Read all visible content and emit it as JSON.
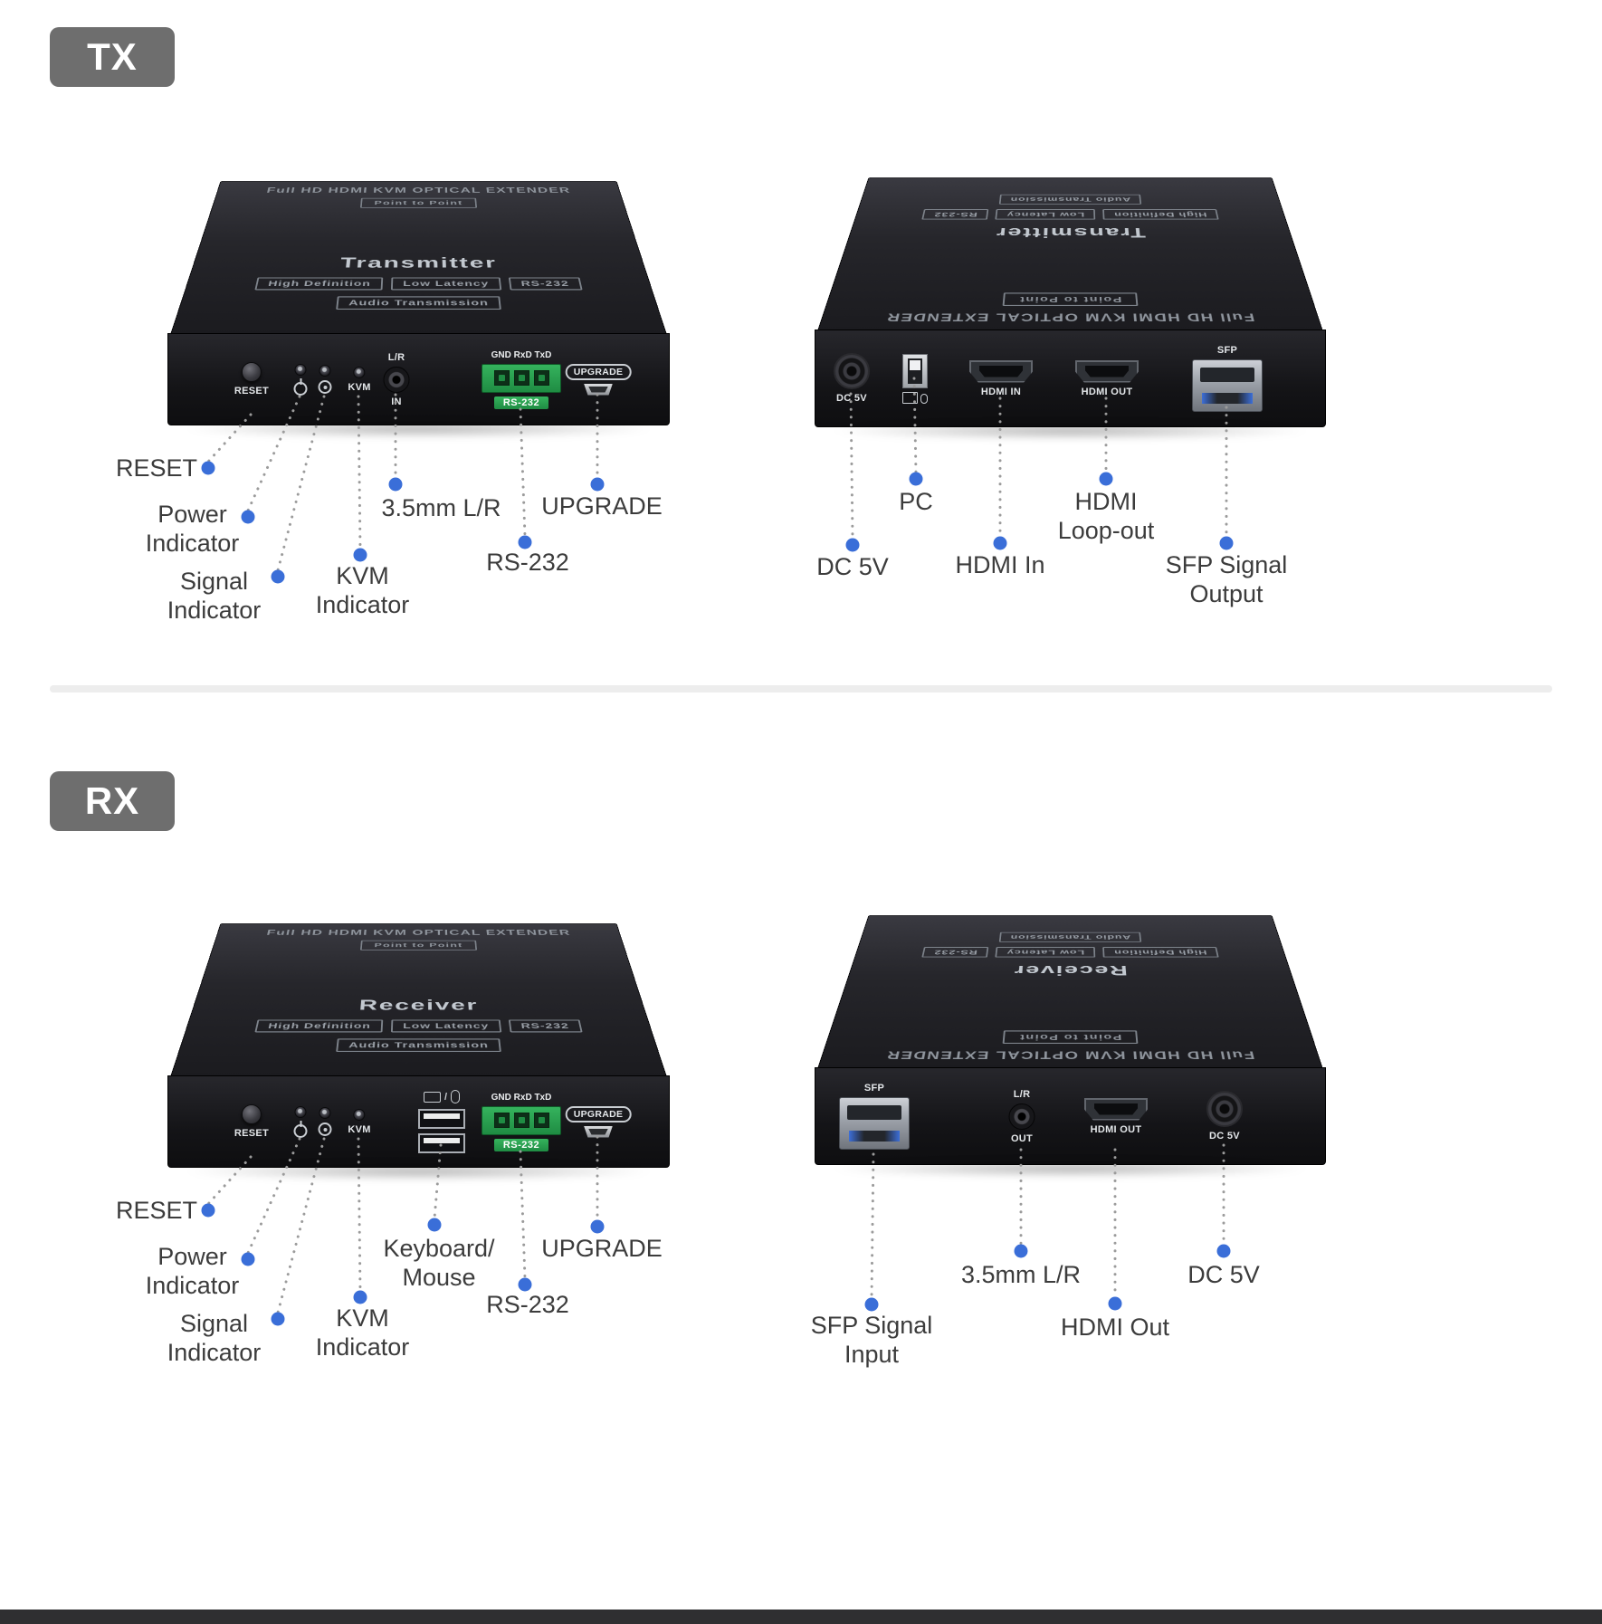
{
  "colors": {
    "accent_blue": "#3a6ed8",
    "badge_gray": "#6e6e6e",
    "device_black": "#1b1b1f",
    "rs232_green": "#2aa24c",
    "divider_gray": "#ededed"
  },
  "tx_badge": "TX",
  "rx_badge": "RX",
  "device_common": {
    "top_title": "Full HD HDMI KVM OPTICAL EXTENDER",
    "top_subtitle": "Point to Point",
    "feature_hd": "High Definition",
    "feature_ll": "Low Latency",
    "feature_rs": "RS-232",
    "feature_audio": "Audio Transmission"
  },
  "ports": {
    "reset": "RESET",
    "kvm": "KVM",
    "lr": "L/R",
    "in": "IN",
    "out": "OUT",
    "rs232_pins": "GND RxD TxD",
    "rs232": "RS-232",
    "upgrade": "UPGRADE",
    "dc": "DC 5V",
    "hdmi_in": "HDMI IN",
    "hdmi_out": "HDMI OUT",
    "sfp": "SFP"
  },
  "tx_front": {
    "device_name": "Transmitter",
    "callouts": {
      "reset": "RESET",
      "power": "Power\nIndicator",
      "signal": "Signal\nIndicator",
      "kvm": "KVM\nIndicator",
      "lr": "3.5mm L/R",
      "rs232": "RS-232",
      "upgrade": "UPGRADE"
    }
  },
  "tx_rear": {
    "device_name": "Transmitter",
    "callouts": {
      "dc": "DC 5V",
      "pc": "PC",
      "hdmi_in": "HDMI In",
      "loop": "HDMI\nLoop-out",
      "sfp": "SFP Signal\nOutput"
    }
  },
  "rx_front": {
    "device_name": "Receiver",
    "callouts": {
      "reset": "RESET",
      "power": "Power\nIndicator",
      "signal": "Signal\nIndicator",
      "kvm": "KVM\nIndicator",
      "kbm": "Keyboard/\nMouse",
      "rs232": "RS-232",
      "upgrade": "UPGRADE"
    }
  },
  "rx_rear": {
    "device_name": "Receiver",
    "callouts": {
      "sfp": "SFP Signal\nInput",
      "lr": "3.5mm L/R",
      "hdmi": "HDMI Out",
      "dc": "DC 5V"
    }
  }
}
